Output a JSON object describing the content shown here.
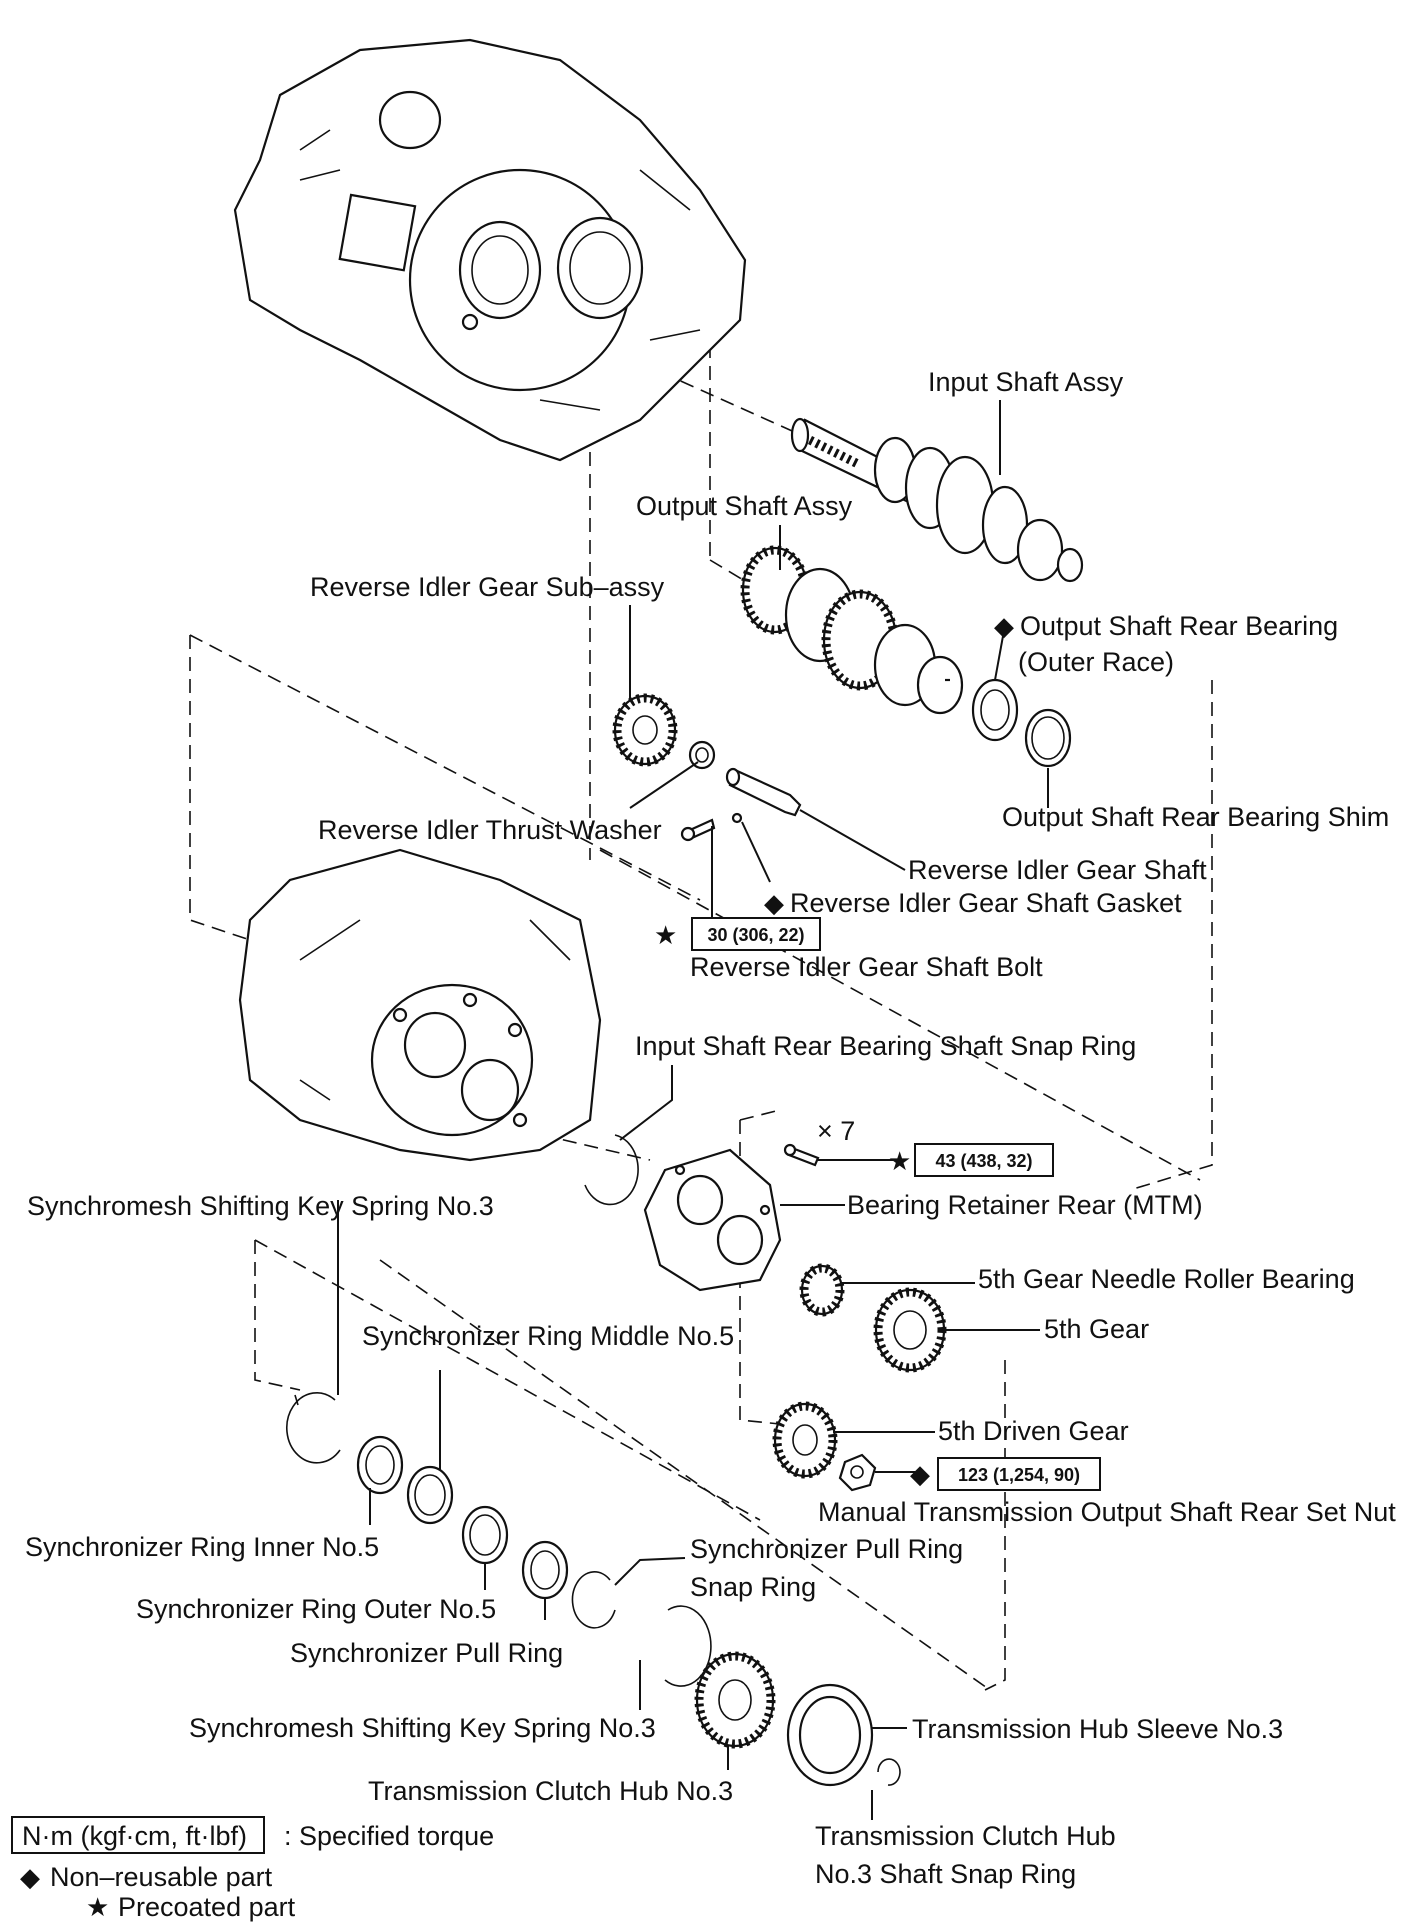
{
  "labels": {
    "input_shaft_assy": "Input Shaft Assy",
    "output_shaft_assy": "Output Shaft Assy",
    "reverse_idler_gear_sub_assy": "Reverse Idler Gear Sub–assy",
    "output_shaft_rear_bearing_line1": "Output Shaft Rear Bearing",
    "output_shaft_rear_bearing_line2": "(Outer Race)",
    "output_shaft_rear_bearing_shim": "Output Shaft Rear Bearing Shim",
    "reverse_idler_thrust_washer": "Reverse Idler Thrust Washer",
    "reverse_idler_gear_shaft": "Reverse Idler Gear Shaft",
    "reverse_idler_gear_shaft_gasket": "Reverse Idler Gear Shaft Gasket",
    "reverse_idler_gear_shaft_bolt": "Reverse Idler Gear Shaft Bolt",
    "input_shaft_rear_bearing_shaft_snap_ring": "Input Shaft Rear Bearing Shaft Snap Ring",
    "bearing_retainer_rear": "Bearing Retainer Rear (MTM)",
    "synchromesh_shifting_key_spring_top": "Synchromesh Shifting Key Spring No.3",
    "fifth_gear_needle_roller_bearing": "5th Gear Needle Roller Bearing",
    "fifth_gear": "5th Gear",
    "synchronizer_ring_middle": "Synchronizer Ring Middle No.5",
    "fifth_driven_gear": "5th Driven Gear",
    "mt_output_shaft_rear_set_nut": "Manual Transmission Output Shaft Rear Set Nut",
    "synchronizer_ring_inner": "Synchronizer Ring Inner No.5",
    "synchronizer_pull_ring_snap_ring_line1": "Synchronizer Pull Ring",
    "synchronizer_pull_ring_snap_ring_line2": "Snap Ring",
    "synchronizer_ring_outer": "Synchronizer Ring Outer No.5",
    "synchronizer_pull_ring": "Synchronizer Pull Ring",
    "synchromesh_shifting_key_spring_bottom": "Synchromesh Shifting Key Spring No.3",
    "transmission_hub_sleeve": "Transmission Hub Sleeve No.3",
    "transmission_clutch_hub": "Transmission Clutch Hub No.3",
    "transmission_clutch_hub_snap_ring_line1": "Transmission  Clutch  Hub",
    "transmission_clutch_hub_snap_ring_line2": "No.3 Shaft Snap Ring"
  },
  "torques": {
    "reverse_idler_bolt": "30 (306, 22)",
    "bearing_retainer_bolt": "43 (438, 32)",
    "set_nut": "123 (1,254, 90)"
  },
  "bolt_quantity": "× 7",
  "symbols": {
    "non_reusable": "◆",
    "precoated": "★"
  },
  "legend": {
    "torque_unit": "N·m (kgf·cm, ft·lbf)",
    "torque_desc": ": Specified torque",
    "non_reusable": "Non–reusable part",
    "precoated": "Precoated part"
  }
}
